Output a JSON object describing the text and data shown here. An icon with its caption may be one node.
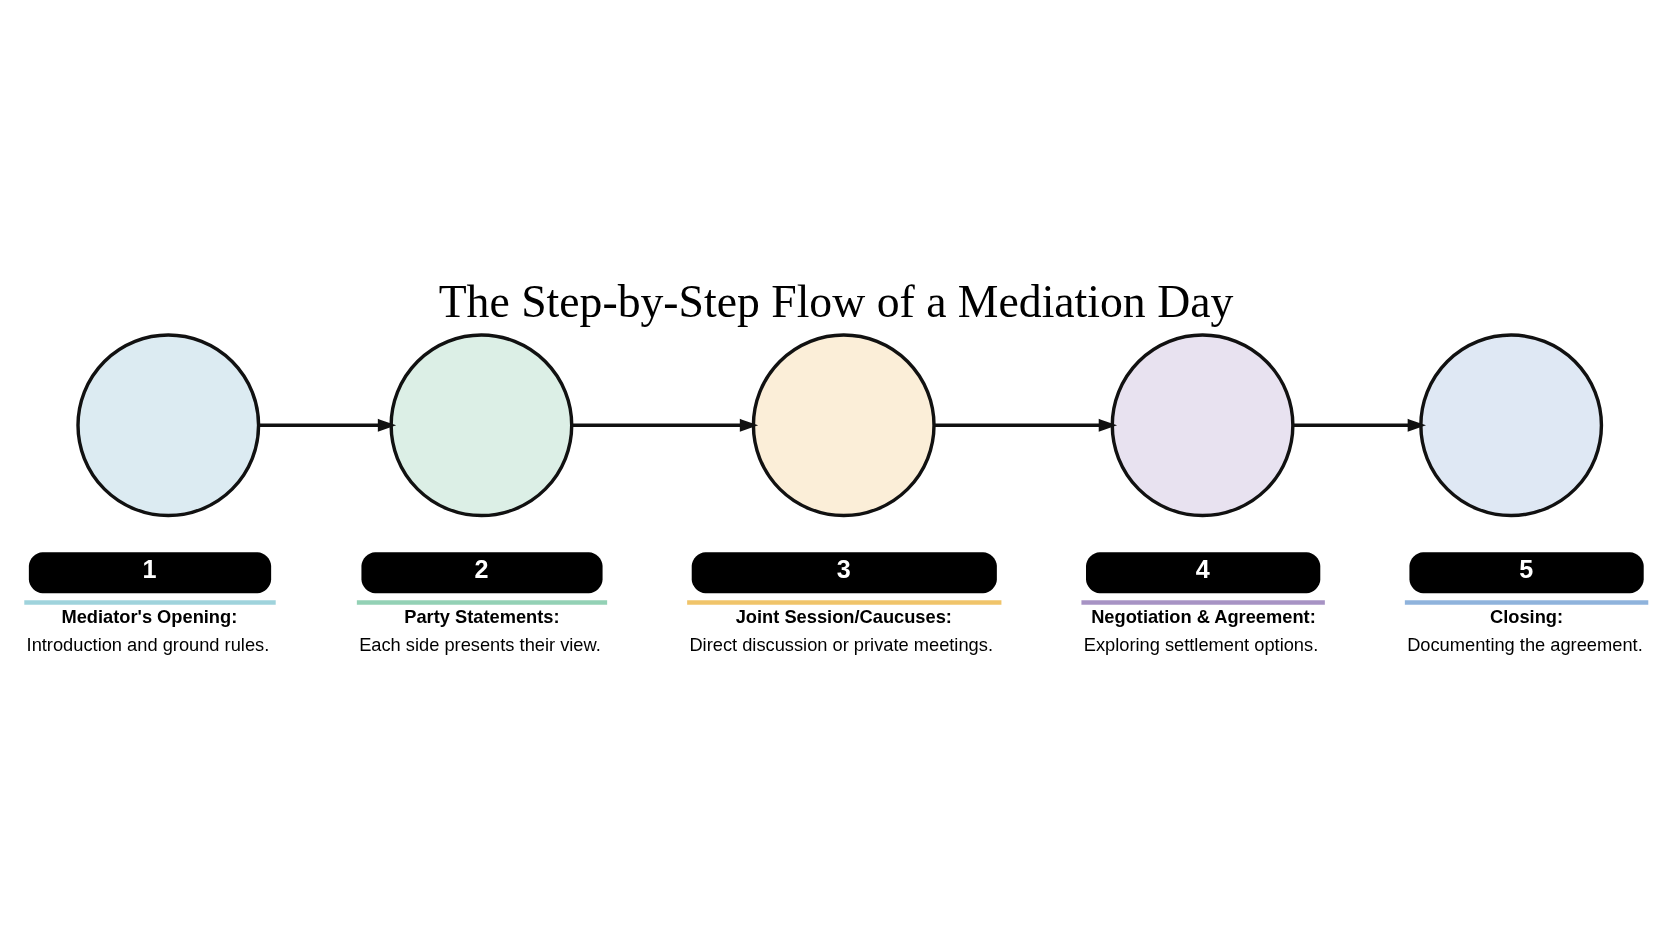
{
  "diagram": {
    "title": "The Step-by-Step Flow of a Mediation Day",
    "nodes": [
      {
        "text": [],
        "shape": "circle",
        "beside": [
          "1",
          "Mediator's Opening:",
          "Introduction and ground rules."
        ]
      },
      {
        "text": [],
        "shape": "circle",
        "beside": [
          "2",
          "Party Statements:",
          "Each side presents their view."
        ]
      },
      {
        "text": [],
        "shape": "circle",
        "beside": [
          "3",
          "Joint Session/Caucuses:",
          "Direct discussion or private meetings."
        ]
      },
      {
        "text": [],
        "shape": "circle",
        "beside": [
          "4",
          "Negotiation & Agreement:",
          "Exploring settlement options."
        ]
      },
      {
        "text": [],
        "shape": "circle",
        "beside": [
          "5",
          "Closing:",
          "Documenting the agreement."
        ]
      }
    ],
    "edges": [
      {
        "from": 0,
        "to": 1,
        "arrow": "to"
      },
      {
        "from": 1,
        "to": 2,
        "arrow": "to"
      },
      {
        "from": 2,
        "to": 3,
        "arrow": "to"
      },
      {
        "from": 3,
        "to": 4,
        "arrow": "to"
      }
    ]
  }
}
